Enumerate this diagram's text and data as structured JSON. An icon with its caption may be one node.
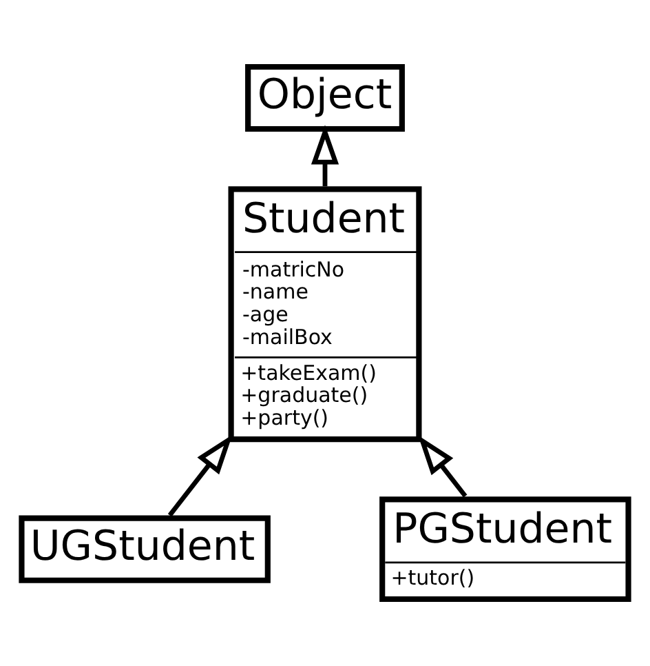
{
  "diagram": {
    "nodes": [
      {
        "text": [
          "Object"
        ]
      },
      {
        "text": [
          "Student",
          "-matricNo",
          "-name",
          "-age",
          "-mailBox",
          "+takeExam()",
          "+graduate()",
          "+party()"
        ]
      },
      {
        "text": [
          "UGStudent"
        ]
      },
      {
        "text": [
          "PGStudent",
          "+tutor()"
        ]
      }
    ],
    "edges": [
      {
        "from": 1,
        "to": 0,
        "arrow": "to"
      },
      {
        "from": 2,
        "to": 1,
        "arrow": "to"
      },
      {
        "from": 3,
        "to": 1,
        "arrow": "to"
      }
    ]
  }
}
